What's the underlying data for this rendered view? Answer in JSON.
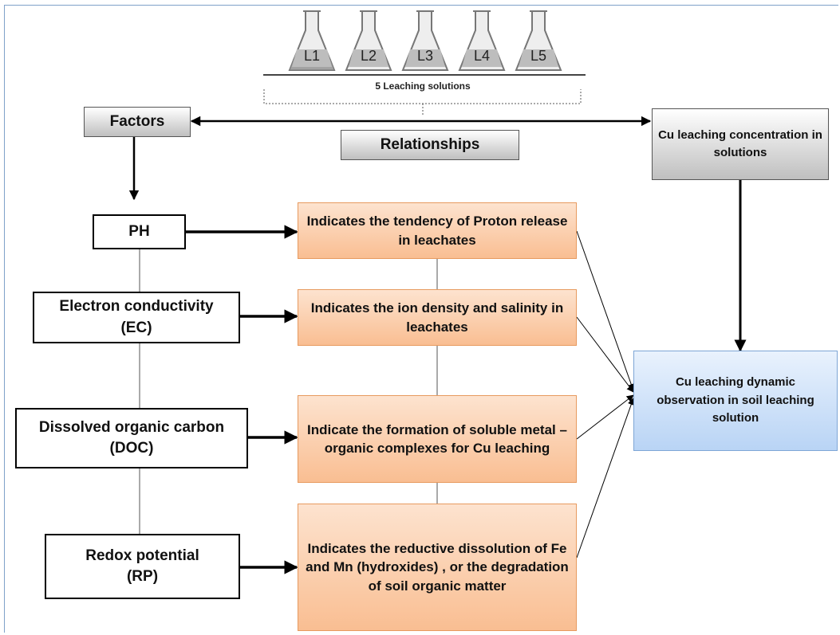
{
  "flasks": [
    "L1",
    "L2",
    "L3",
    "L4",
    "L5"
  ],
  "caption": "5 Leaching solutions",
  "factors_header": "Factors",
  "relationships": "Relationships",
  "cu_concentration": "Cu leaching concentration in solutions",
  "factors": [
    {
      "name": "PH",
      "abbr": ""
    },
    {
      "name": "Electron conductivity",
      "abbr": "(EC)"
    },
    {
      "name": "Dissolved organic carbon",
      "abbr": "(DOC)"
    },
    {
      "name": "Redox potential",
      "abbr": "(RP)"
    }
  ],
  "indications": [
    "Indicates the tendency of Proton release  in leachates",
    "Indicates the ion density and salinity in leachates",
    "Indicate the formation of soluble metal – organic complexes for Cu leaching",
    "Indicates the reductive dissolution of Fe and Mn (hydroxides) , or the degradation of soil organic matter"
  ],
  "observation": "Cu leaching dynamic observation in soil leaching solution",
  "colors": {
    "frame": "#7fa1c9",
    "indication_fill": "#f9be92",
    "observation_fill": "#b9d4f5",
    "grey_fill": "#bfbfbf"
  }
}
